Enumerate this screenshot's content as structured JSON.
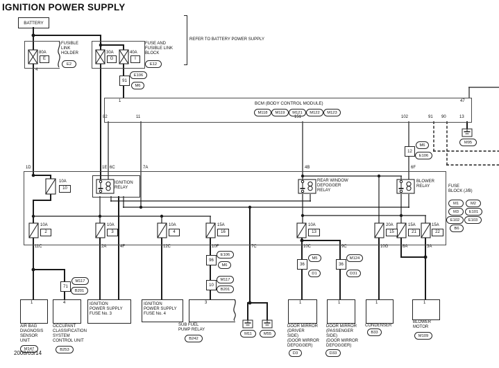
{
  "colors": {
    "line": "#1a1a1a",
    "bg": "#ffffff"
  },
  "title": "IGNITION POWER SUPPLY",
  "date": "2008/03/14",
  "refer_note": "REFER TO BATTERY POWER SUPPLY",
  "battery": "BATTERY",
  "fusible_link_holder": {
    "label": "FUSIBLE\nLINK\nHOLDER",
    "conn": "E2",
    "fuse_amp": "80A",
    "fuse_id": "E",
    "pin": "4"
  },
  "fuse_link_block": {
    "label": "FUSE AND\nFUSIBLE LINK\nBLOCK",
    "conn": "E12",
    "fuse1_amp": "30A",
    "fuse1_id": "G",
    "fuse2_amp": "40A",
    "fuse2_id": "I"
  },
  "bcm": {
    "label": "BCM (BODY CONTROL MODULE)",
    "connectors": [
      "M118",
      "M119",
      "M121",
      "M122",
      "M123"
    ],
    "pin_in": "1",
    "pin_47": "47",
    "pin_82": "82",
    "pin_11": "11",
    "pin_151": "151",
    "pin_102": "102",
    "pin_91": "91",
    "pin_90": "90",
    "pin_13": "13"
  },
  "connectors": {
    "c91": {
      "num": "91",
      "top": "E106",
      "bottom": "M6"
    },
    "c12": {
      "num": "12",
      "top": "M6",
      "bottom": "E106"
    },
    "c71": {
      "num": "71",
      "top": "M117",
      "bottom": "B201"
    },
    "c96": {
      "num": "96",
      "top": "E106",
      "bottom": "M6"
    },
    "c10": {
      "num": "10",
      "top": "M117",
      "bottom": "B201"
    },
    "c36_driver": {
      "num": "36",
      "top": "M5",
      "bottom": "D1"
    },
    "c36_passenger": {
      "num": "36",
      "top": "M124",
      "bottom": "D31"
    }
  },
  "grounds": {
    "m95": "M95",
    "m11": "M11",
    "m55": "M55"
  },
  "fuse_block": {
    "label": "FUSE\nBLOCK (J/B)",
    "connectors": [
      "M1",
      "M2",
      "M3",
      "E101",
      "E102",
      "E103",
      "B6"
    ],
    "pins_top": {
      "p1d": "1D",
      "p1e": "1E",
      "p6c": "6C",
      "p7a": "7A",
      "p4b": "4B",
      "p6f": "6F"
    },
    "pins_bottom": {
      "p11c": "11C",
      "p2a": "2A",
      "p4f": "4F",
      "p12c": "12C",
      "p10f": "10F",
      "p7c": "7C",
      "p10c": "10C",
      "p9c": "9C",
      "p10g": "10G",
      "p8a": "8A",
      "p3a": "3A"
    },
    "fuses": {
      "f10": {
        "amp": "10A",
        "num": "10"
      },
      "f2": {
        "amp": "10A",
        "num": "2"
      },
      "f3": {
        "amp": "10A",
        "num": "3"
      },
      "f4": {
        "amp": "10A",
        "num": "4"
      },
      "f16": {
        "amp": "15A",
        "num": "16"
      },
      "f13": {
        "amp": "10A",
        "num": "13"
      },
      "f15": {
        "amp": "20A",
        "num": "15"
      },
      "f21": {
        "amp": "15A",
        "num": "21"
      },
      "f22": {
        "amp": "15A",
        "num": "22"
      }
    },
    "relays": {
      "ignition": "IGNITION\nRELAY",
      "defogger": "REAR WINDOW\nDEFOGGER\nRELAY",
      "blower": "BLOWER\nRELAY"
    }
  },
  "components": {
    "airbag": {
      "pin": "1",
      "label": "AIR BAG\nDIAGNOSIS\nSENSOR\nUNIT",
      "conn": "M147"
    },
    "ocs": {
      "pin": "4",
      "label": "OCCUPANT\nCLASSIFICATION\nSYSTEM\nCONTROL UNIT",
      "conn": "B253"
    },
    "ign_fuse3": {
      "label": "IGNITION\nPOWER SUPPLY\nFUSE No. 3"
    },
    "ign_fuse4": {
      "label": "IGNITION\nPOWER SUPPLY\nFUSE No. 4"
    },
    "sub_fuel": {
      "pin": "3",
      "label": "SUB FUEL\nPUMP RELAY",
      "conn": "B242"
    },
    "mirror_driver": {
      "pin": "1",
      "label": "DOOR MIRROR\n(DRIVER\nSIDE)\n(DOOR MIRROR\nDEFOGGER)",
      "conn": "D3"
    },
    "mirror_passenger": {
      "pin": "1",
      "label": "DOOR MIRROR\n(PASSENGER\nSIDE)\n(DOOR MIRROR\nDEFOGGER)",
      "conn": "D33"
    },
    "condenser": {
      "pin": "1",
      "label": "CONDENSER",
      "conn": "B33"
    },
    "blower_motor": {
      "pin": "1",
      "label": "BLOWER\nMOTOR",
      "conn": "M109"
    }
  }
}
